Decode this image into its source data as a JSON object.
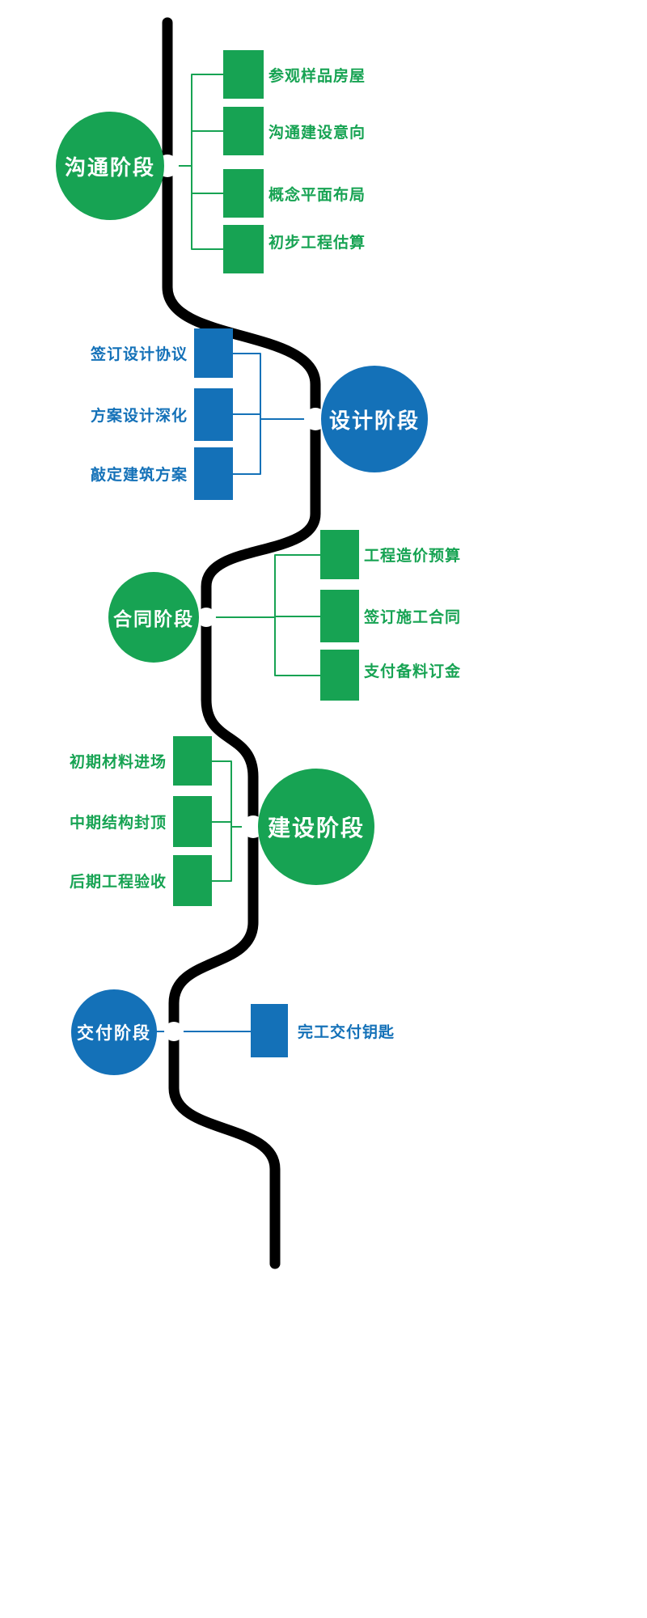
{
  "diagram": {
    "kind": "process-flow",
    "colors": {
      "green": "#17a353",
      "blue": "#1471b8",
      "road": "#000000",
      "background": "#ffffff",
      "stage_text": "#ffffff"
    },
    "stages": [
      {
        "id": "communication",
        "label": "沟通阶段",
        "color": "#17a353",
        "items": [
          "参观样品房屋",
          "沟通建设意向",
          "概念平面布局",
          "初步工程估算"
        ]
      },
      {
        "id": "design",
        "label": "设计阶段",
        "color": "#1471b8",
        "items": [
          "签订设计协议",
          "方案设计深化",
          "敲定建筑方案"
        ]
      },
      {
        "id": "contract",
        "label": "合同阶段",
        "color": "#17a353",
        "items": [
          "工程造价预算",
          "签订施工合同",
          "支付备料订金"
        ]
      },
      {
        "id": "construction",
        "label": "建设阶段",
        "color": "#17a353",
        "items": [
          "初期材料进场",
          "中期结构封顶",
          "后期工程验收"
        ]
      },
      {
        "id": "delivery",
        "label": "交付阶段",
        "color": "#1471b8",
        "items": [
          "完工交付钥匙"
        ]
      }
    ]
  }
}
